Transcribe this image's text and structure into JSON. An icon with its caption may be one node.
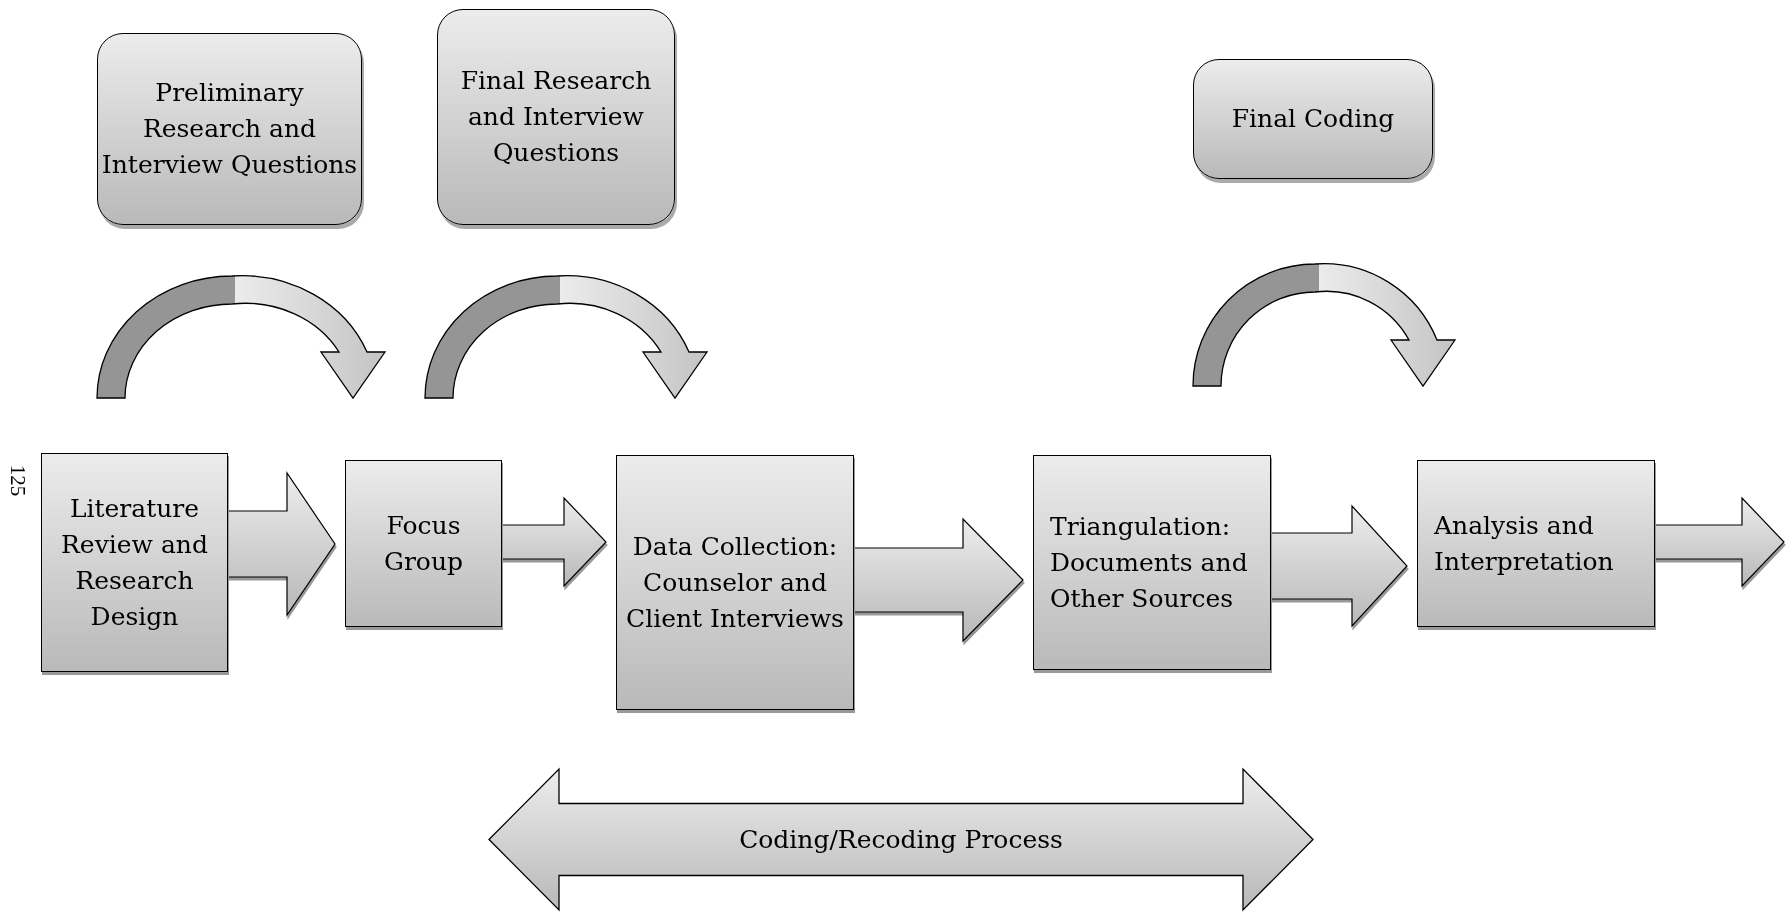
{
  "diagram": {
    "nodes": [
      {
        "text": [
          "Preliminary Research and Interview Questions"
        ]
      },
      {
        "text": [
          "Final Research and Interview Questions"
        ]
      },
      {
        "text": [
          "Final Coding"
        ]
      },
      {
        "text": [
          "Literature Review and Research Design"
        ]
      },
      {
        "text": [
          "Focus Group"
        ]
      },
      {
        "text": [
          "Data Collection: Counselor and Client Interviews"
        ]
      },
      {
        "text": [
          "Triangulation: Documents and Other Sources"
        ]
      },
      {
        "text": [
          "Analysis and Interpretation"
        ]
      },
      {
        "text": [
          "Coding/Recoding Process"
        ]
      }
    ],
    "edges": [
      {
        "from": 3,
        "to": 4,
        "arrow": "to"
      },
      {
        "from": 4,
        "to": 5,
        "arrow": "to"
      },
      {
        "from": 5,
        "to": 6,
        "arrow": "to"
      },
      {
        "from": 6,
        "to": 7,
        "arrow": "to"
      },
      {
        "from": 7,
        "to": null,
        "arrow": "to"
      },
      {
        "from": 3,
        "to": 4,
        "arrow": "to"
      },
      {
        "from": 4,
        "to": 5,
        "arrow": "to"
      },
      {
        "from": 6,
        "to": 7,
        "arrow": "to"
      }
    ],
    "labels": [
      "125"
    ]
  }
}
